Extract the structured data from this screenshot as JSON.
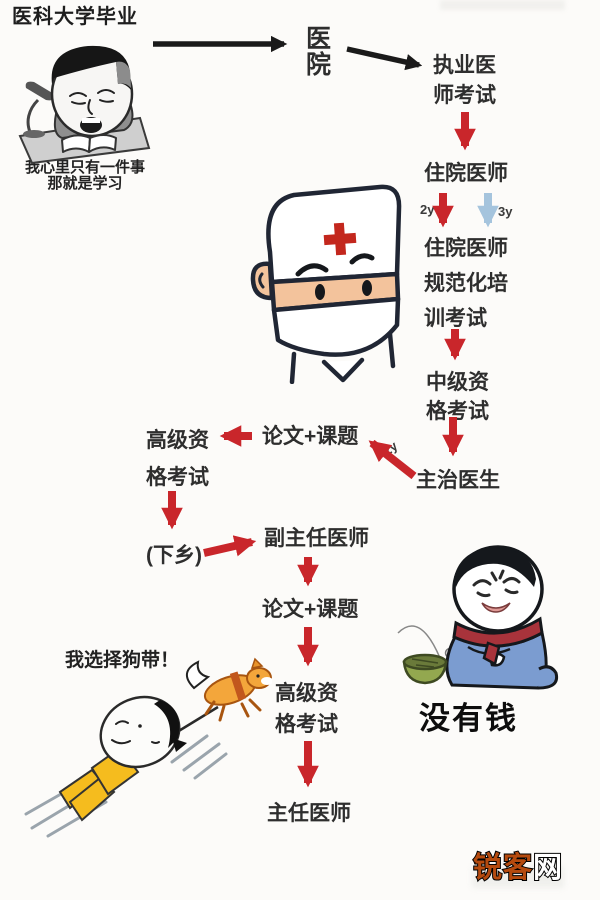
{
  "title": "医科大学毕业",
  "study": {
    "caption": "我心里只有一件事\n那就是学习"
  },
  "flow": {
    "hospital": "医\n院",
    "licensing": "执业医\n师考试",
    "resident": "住院医师",
    "y2_top": "2y",
    "y3_top": "3y",
    "standardized": "住院医师\n规范化培\n训考试",
    "intermediate": "中级资\n格考试",
    "attending": "主治医生",
    "y2_diag": "2y",
    "thesis1": "论文+课题",
    "senior1": "高级资\n格考试",
    "countryside": "(下乡)",
    "deputy": "副主任医师",
    "thesis2": "论文+课题",
    "senior2": "高级资\n格考试",
    "chief": "主任医师"
  },
  "memes": {
    "godie": "我选择狗带！",
    "nomoney": "没有钱"
  },
  "watermark": {
    "part1": "锐客",
    "part2": "网"
  },
  "colors": {
    "red": "#c9262b",
    "blue": "#a5c4dd",
    "black": "#1a1a1a",
    "ink": "#2e2e2e",
    "skin": "#f3c39c",
    "dogorange": "#f3a63b",
    "beggarblue": "#7b9cd0",
    "scarf": "#a8333b",
    "bowl": "#93a84f",
    "wm-orange": "#b54a0e"
  }
}
